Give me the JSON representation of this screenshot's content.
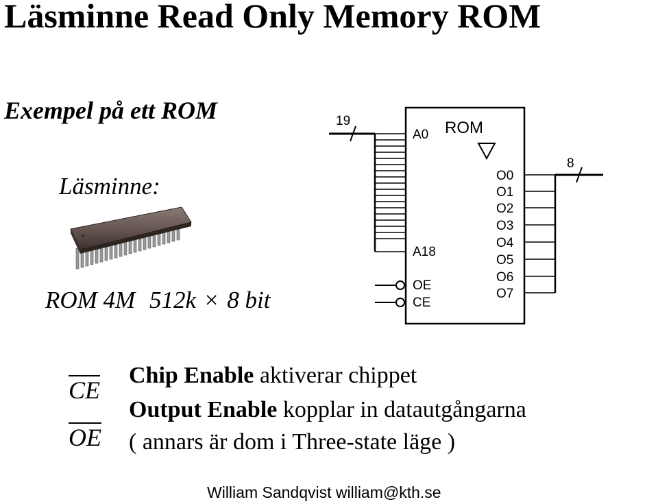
{
  "title": "Läsminne Read Only Memory ROM",
  "example_heading": "Exempel på ett ROM",
  "memory_label": "Läsminne:",
  "spec": {
    "name": "ROM 4M",
    "words": "512k",
    "times": "×",
    "width": "8 bit"
  },
  "diagram": {
    "chip_name": "ROM",
    "triangle_symbol": "∇",
    "address_bus_width": "19",
    "data_bus_width": "8",
    "address_first": "A0",
    "address_last": "A18",
    "control_pins": [
      "OE",
      "CE"
    ],
    "outputs": [
      "O0",
      "O1",
      "O2",
      "O3",
      "O4",
      "O5",
      "O6",
      "O7"
    ]
  },
  "signals": {
    "ce": "CE",
    "oe": "OE"
  },
  "descriptions": {
    "ce_bold": "Chip Enable",
    "ce_text": " aktiverar chippet",
    "oe_bold": "Output Enable",
    "oe_text": " kopplar in datautgångarna",
    "note": "( annars är dom i  Three-state läge )"
  },
  "footer": "William Sandqvist  william@kth.se"
}
